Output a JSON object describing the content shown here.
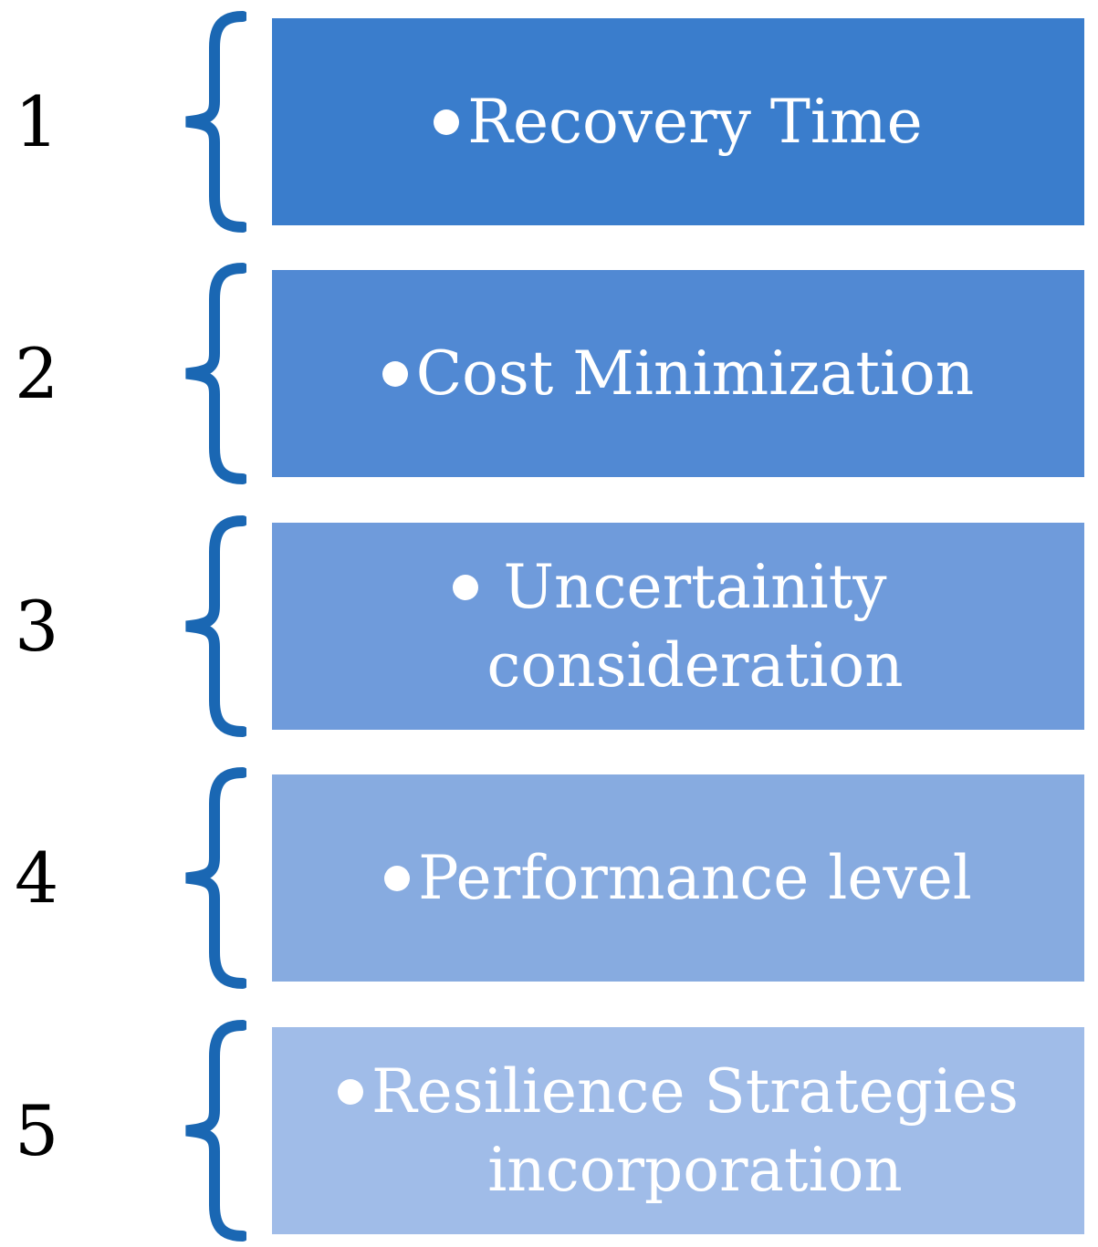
{
  "figure": {
    "type": "numbered-bullet-list-diagram",
    "background_color": "#FFFFFF",
    "brace_color": "#1A67B3",
    "number_color": "#000000",
    "text_color": "#FFFFFF",
    "bullet_icon": "•",
    "items": [
      {
        "number": "1",
        "label": "Recovery Time",
        "color": "#3A7DCC"
      },
      {
        "number": "2",
        "label": "Cost Minimization",
        "color": "#5189D3"
      },
      {
        "number": "3",
        "label": "Uncertainity\nconsideration",
        "color": "#6F9BDB"
      },
      {
        "number": "4",
        "label": "Performance level",
        "color": "#87ABE0"
      },
      {
        "number": "5",
        "label": "Resilience Strategies\nincorporation",
        "color": "#A0BCE8"
      }
    ]
  }
}
